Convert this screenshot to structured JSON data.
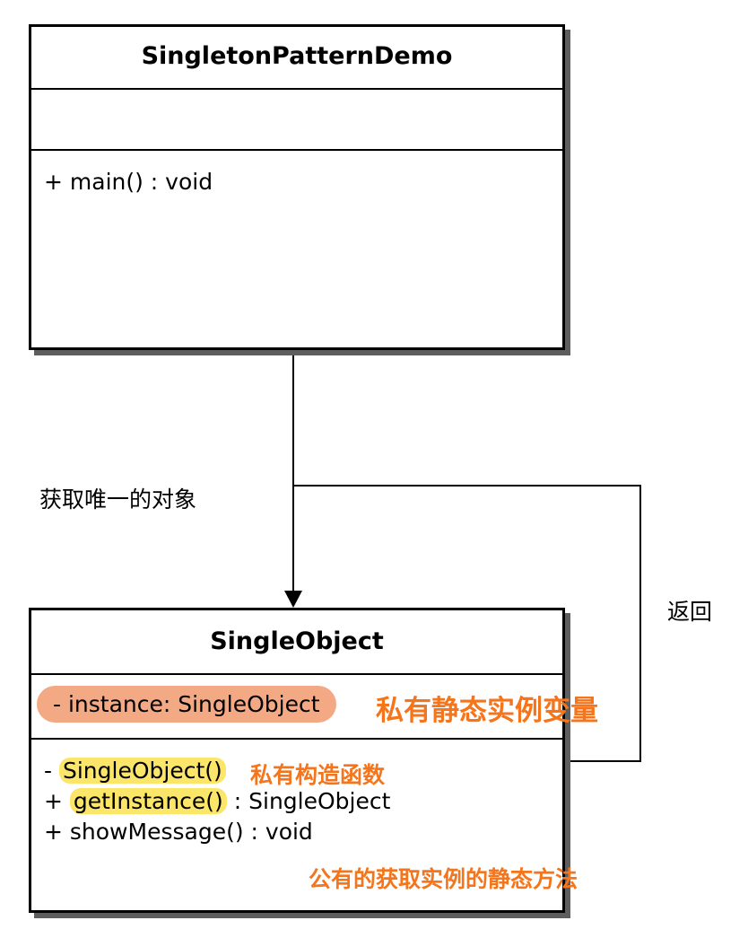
{
  "top_class": {
    "name": "SingletonPatternDemo",
    "attributes": [],
    "methods": [
      "+ main() : void"
    ]
  },
  "bottom_class": {
    "name": "SingleObject",
    "attribute": "- instance: SingleObject",
    "method_1_prefix": "-",
    "method_1_name": "SingleObject()",
    "method_2_prefix": "+",
    "method_2_name": "getInstance()",
    "method_2_suffix": ": SingleObject",
    "method_3": "+ showMessage() : void"
  },
  "labels": {
    "dependency": "获取唯一的对象",
    "return": "返回"
  },
  "annotations": {
    "attribute_note": "私有静态实例变量",
    "constructor_note": "私有构造函数",
    "getinstance_note": "公有的获取实例的静态方法"
  },
  "colors": {
    "annotation_text": "#f4751b",
    "highlight_yellow": "#fbe66a",
    "highlight_orange": "#f3a983",
    "shadow": "#5e5e5e"
  }
}
